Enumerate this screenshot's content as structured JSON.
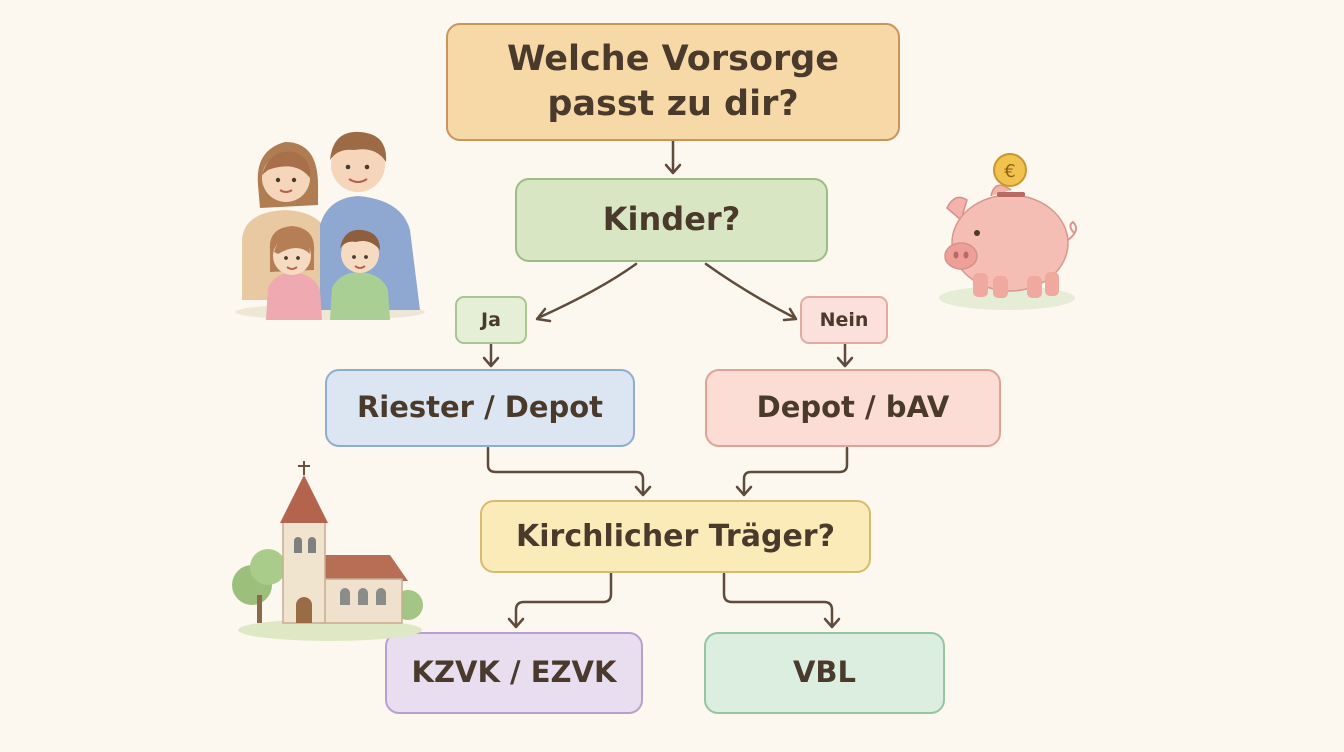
{
  "diagram": {
    "title": "Welche Vorsorge passt zu dir?",
    "question_children": "Kinder?",
    "answer_yes": "Ja",
    "answer_no": "Nein",
    "result_yes": "Riester / Depot",
    "result_no": "Depot / bAV",
    "question_church": "Kirchlicher Träger?",
    "result_church_a": "KZVK / EZVK",
    "result_church_b": "VBL"
  },
  "illustrations": {
    "family": "family-illustration",
    "piggy_bank": "piggy-bank-illustration",
    "coin_symbol": "€",
    "church": "church-illustration"
  }
}
